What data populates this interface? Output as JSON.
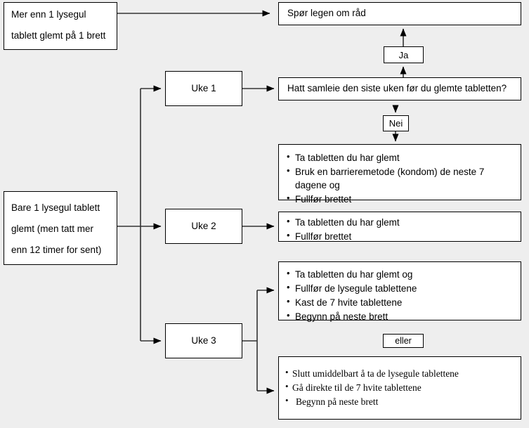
{
  "diagram": {
    "title": "Glemt p-pille flytskjema",
    "background_color": "#eeeeee",
    "box_fill": "#ffffff",
    "border_color": "#000000"
  },
  "nodes": {
    "missed_more_than_one": {
      "line1": "Mer enn 1 lysegul",
      "line2": "tablett glemt på 1 brett"
    },
    "missed_only_one": {
      "line1": "Bare 1 lysegul tablett",
      "line2": "glemt (men tatt mer",
      "line3": "enn 12 timer for sent)"
    },
    "ask_doctor": "Spør legen om råd",
    "week1": "Uke 1",
    "week2": "Uke 2",
    "week3": "Uke 3",
    "question_intercourse": "Hatt samleie den siste uken før du glemte tabletten?",
    "week1_actions": [
      "Ta tabletten du har glemt",
      "Bruk en barrieremetode (kondom) de neste 7 dagene og",
      "Fullfør brettet"
    ],
    "week2_actions": [
      "Ta tabletten du har glemt",
      "Fullfør brettet"
    ],
    "week3_actions_option_a": [
      "Ta tabletten du har glemt og",
      "Fullfør de lysegule tablettene",
      "Kast de 7 hvite tablettene",
      "Begynn på neste brett"
    ],
    "week3_actions_option_b": [
      "Slutt umiddelbart å ta de lysegule tablettene",
      "Gå direkte til de 7 hvite tablettene",
      "Begynn på neste brett"
    ]
  },
  "edge_labels": {
    "yes": "Ja",
    "no": "Nei",
    "or": "eller"
  }
}
